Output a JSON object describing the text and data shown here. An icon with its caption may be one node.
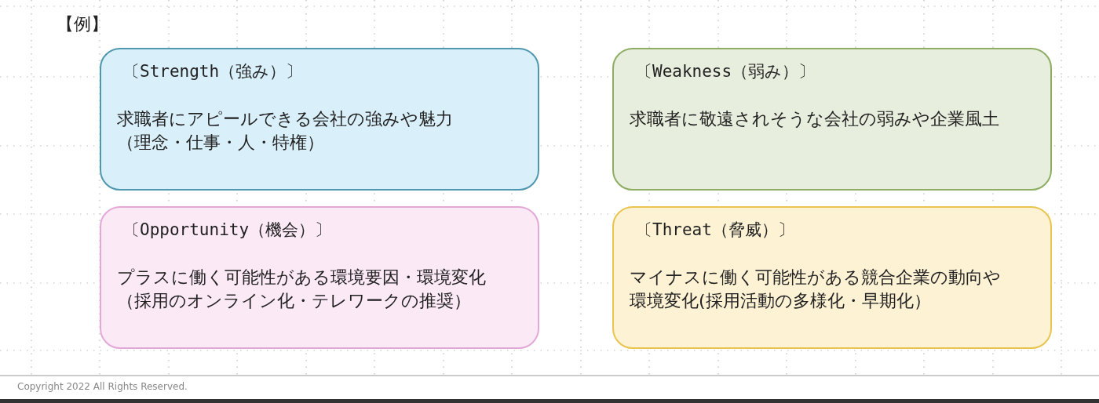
{
  "diagram": {
    "nodes": [
      {
        "text": [
          "〔Strength（強み）〕",
          "求職者にアピールできる会社の強みや魅力（理念・仕事・人・特権）"
        ]
      },
      {
        "text": [
          "〔Weakness（弱み）〕",
          "求職者に敬遠されそうな会社の弱みや企業風土"
        ]
      },
      {
        "text": [
          "〔Opportunity（機会）〕",
          "プラスに働く可能性がある環境要因・環境変化（採用のオンライン化・テレワークの推奨）"
        ]
      },
      {
        "text": [
          "〔Threat（脅威）〕",
          "マイナスに働く可能性がある競合企業の動向や環境変化(採用活動の多様化・早期化）"
        ]
      }
    ],
    "labels": [
      "【例】",
      "Copyright 2022 All Rights Reserved."
    ]
  }
}
